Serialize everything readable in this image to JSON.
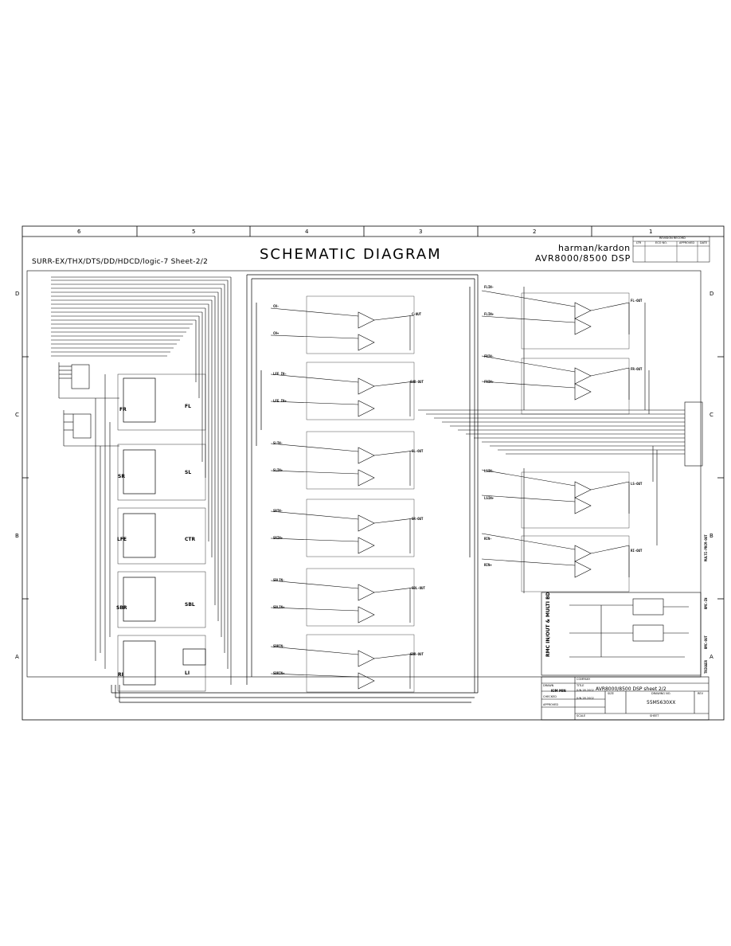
{
  "title": "SCHEMATIC DIAGRAM",
  "subtitle": "SURR-EX/THX/DTS/DD/HDCD/logic-7  Sheet-2/2",
  "brand": "harman/kardon",
  "model": "AVR8000/8500 DSP",
  "zones": {
    "columns": [
      "6",
      "5",
      "4",
      "3",
      "2",
      "1"
    ],
    "rows": [
      "D",
      "C",
      "B",
      "A"
    ]
  },
  "channel_blocks": [
    {
      "in_plus": "CN-",
      "in_minus": "CN+",
      "out": "C-OUT"
    },
    {
      "in_plus": "LFE IN-",
      "in_minus": "LFE IN+",
      "out": "SUB-OUT"
    },
    {
      "in_plus": "SLIN-",
      "in_minus": "SLIN+",
      "out": "SL-OUT"
    },
    {
      "in_plus": "SRIN-",
      "in_minus": "SRIN+",
      "out": "SR-OUT"
    },
    {
      "in_plus": "SBLIN-",
      "in_minus": "SBLIN+",
      "out": "SBL-OUT"
    },
    {
      "in_plus": "SBRIN-",
      "in_minus": "SBRIN+",
      "out": "SBR-OUT"
    }
  ],
  "right_blocks": [
    {
      "in_plus": "FLIN-",
      "in_minus": "FLIN+",
      "out": "FL-OUT"
    },
    {
      "in_plus": "FRIN-",
      "in_minus": "FRIN+",
      "out": "FR-OUT"
    },
    {
      "in_plus": "LSIN-",
      "in_minus": "LSIN+",
      "out": "LS-OUT"
    },
    {
      "in_plus": "RIN-",
      "in_minus": "RIN+",
      "out": "RI-OUT"
    }
  ],
  "dac_labels": [
    {
      "left": "FR",
      "right": "FL"
    },
    {
      "left": "SR",
      "right": "SL"
    },
    {
      "left": "LFE",
      "right": "CTR"
    },
    {
      "left": "SBR",
      "right": "SBL"
    },
    {
      "left": "RI",
      "right": "LI"
    }
  ],
  "connector_label": "MULTI-PRCM-OUT",
  "rmc_block": {
    "label": "RMC IN/OUT & MULTI BD",
    "side_labels": [
      "RMC-IN",
      "RMC-OUT",
      "TRIGGER"
    ]
  },
  "title_block": {
    "drawn": "DRAWN",
    "drawn_by": "KIM MIN",
    "date": "JUN.28.2002",
    "checked": "CHECKED",
    "approved": "APPROVED",
    "title_label": "TITLE",
    "sheet_title": "AVR8000/8500 DSP sheet 2/2",
    "size": "SIZE",
    "dwg_no_label": "DRAWING NO.",
    "dwg_no": "55M5630XX",
    "rev": "REV",
    "company": "COMPANY",
    "scale": "SCALE",
    "sheet": "SHEET"
  },
  "revision_block": {
    "header": "REVISION RECORD",
    "cols": [
      "LTR",
      "ECO NO.",
      "APPROVED",
      "DATE"
    ]
  },
  "colors": {
    "ink": "#000000",
    "paper": "#ffffff"
  }
}
